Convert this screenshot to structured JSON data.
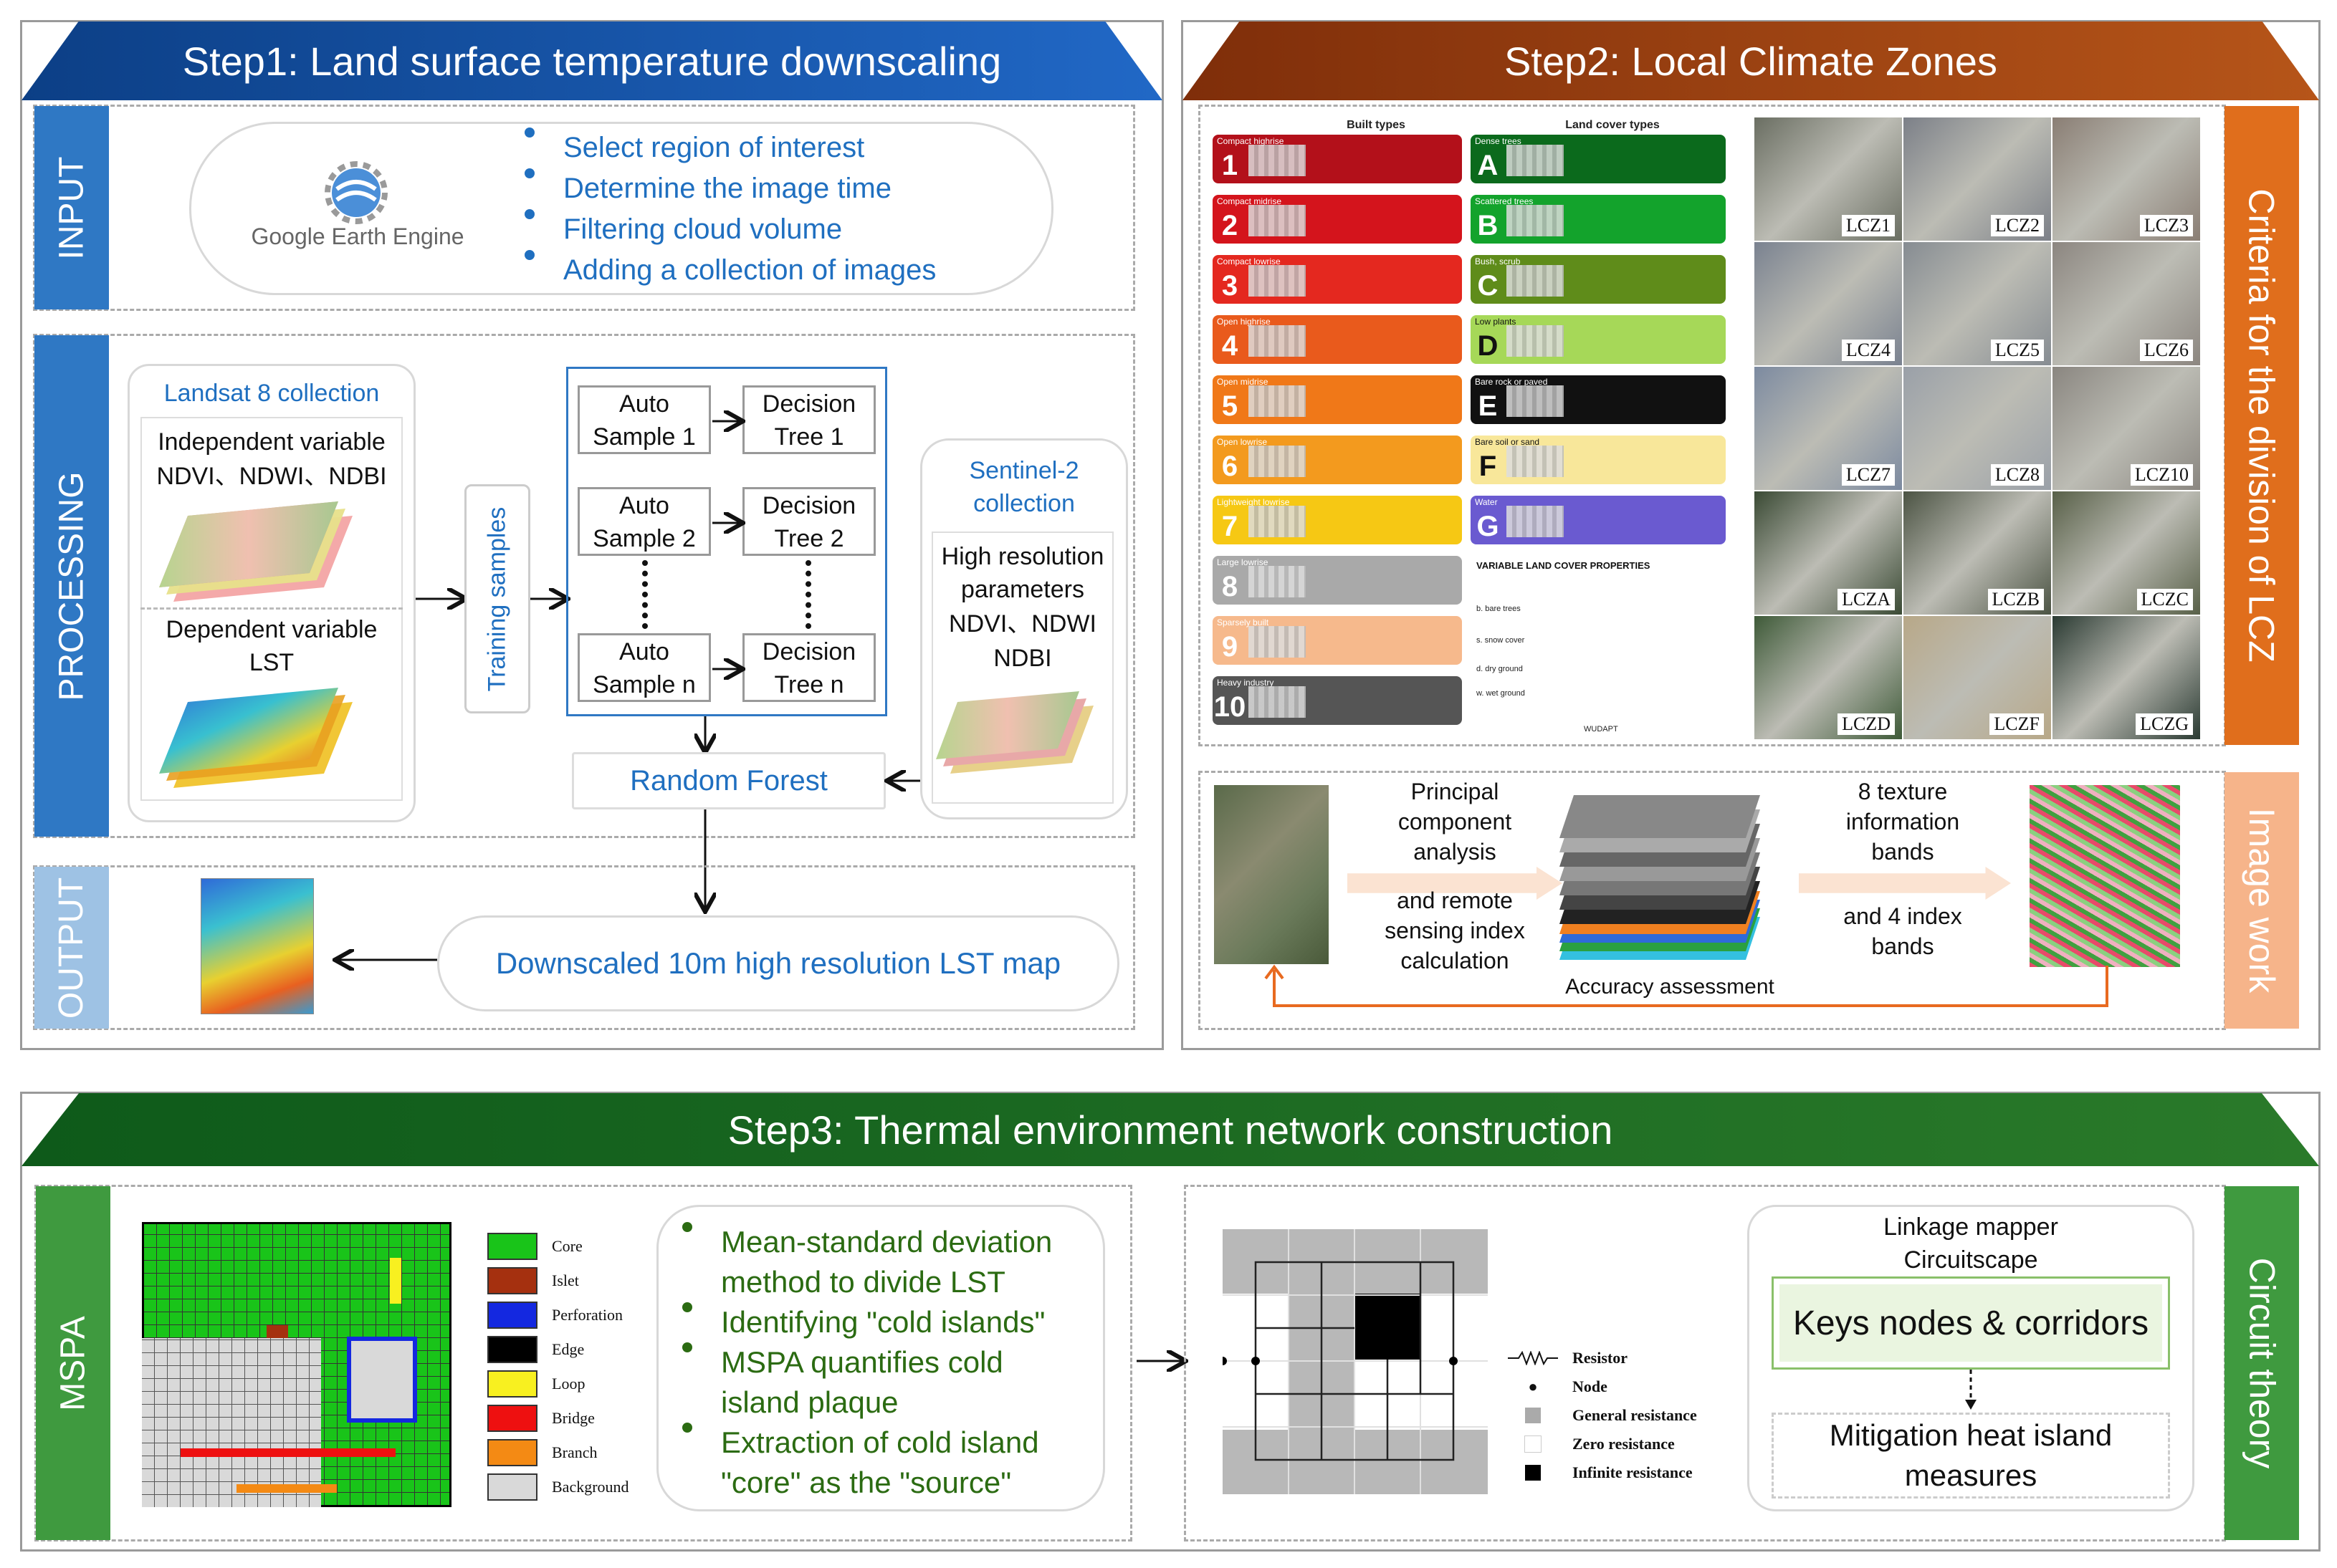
{
  "step1": {
    "title": "Step1: Land surface temperature downscaling",
    "input_label": "INPUT",
    "processing_label": "PROCESSING",
    "output_label": "OUTPUT",
    "gee_logo": "Google Earth Engine",
    "input_items": [
      "Select region of interest",
      "Determine the image time",
      "Filtering cloud volume",
      "Adding a collection of images"
    ],
    "landsat_title": "Landsat 8 collection",
    "indep_line1": "Independent variable",
    "indep_line2": "NDVI、NDWI、NDBI",
    "dep_line1": "Dependent variable",
    "dep_line2": "LST",
    "training_samples": "Training samples",
    "auto_samples": [
      [
        "Auto",
        "Sample 1"
      ],
      [
        "Auto",
        "Sample 2"
      ],
      [
        "Auto",
        "Sample n"
      ]
    ],
    "decision_trees": [
      [
        "Decision",
        "Tree 1"
      ],
      [
        "Decision",
        "Tree 2"
      ],
      [
        "Decision",
        "Tree n"
      ]
    ],
    "random_forest": "Random Forest",
    "sentinel_line1": "Sentinel-2",
    "sentinel_line2": "collection",
    "hr_lines": [
      "High resolution",
      "parameters",
      "NDVI、NDWI",
      "NDBI"
    ],
    "output_text": "Downscaled 10m high resolution LST map"
  },
  "step2": {
    "title": "Step2: Local Climate Zones",
    "criteria_label": "Criteria for the division of LCZ",
    "image_work_label": "Image work",
    "built_types": "Built types",
    "land_cover_types": "Land cover types",
    "built_rows": [
      {
        "num": "1",
        "name": "Compact highrise",
        "color": "#b3101a"
      },
      {
        "num": "2",
        "name": "Compact midrise",
        "color": "#d4141c"
      },
      {
        "num": "3",
        "name": "Compact lowrise",
        "color": "#e4281f"
      },
      {
        "num": "4",
        "name": "Open highrise",
        "color": "#e95a1c"
      },
      {
        "num": "5",
        "name": "Open midrise",
        "color": "#f07818"
      },
      {
        "num": "6",
        "name": "Open lowrise",
        "color": "#f39a1e"
      },
      {
        "num": "7",
        "name": "Lightweight lowrise",
        "color": "#f6c814"
      },
      {
        "num": "8",
        "name": "Large lowrise",
        "color": "#a9a9a9"
      },
      {
        "num": "9",
        "name": "Sparsely built",
        "color": "#f6b98c"
      },
      {
        "num": "10",
        "name": "Heavy industry",
        "color": "#555555"
      }
    ],
    "land_rows": [
      {
        "num": "A",
        "name": "Dense trees",
        "color": "#0b6a1c"
      },
      {
        "num": "B",
        "name": "Scattered trees",
        "color": "#13a32c"
      },
      {
        "num": "C",
        "name": "Bush, scrub",
        "color": "#5f8c1a"
      },
      {
        "num": "D",
        "name": "Low plants",
        "color": "#a6d858"
      },
      {
        "num": "E",
        "name": "Bare rock or paved",
        "color": "#111111"
      },
      {
        "num": "F",
        "name": "Bare soil or sand",
        "color": "#f8e79a"
      },
      {
        "num": "G",
        "name": "Water",
        "color": "#6a5ad0"
      }
    ],
    "variable_props_title": "VARIABLE LAND COVER PROPERTIES",
    "variable_props": [
      "b. bare trees",
      "s. snow cover",
      "d. dry ground",
      "w. wet ground"
    ],
    "wudapt": "WUDAPT",
    "lcz_tiles": [
      "LCZ1",
      "LCZ2",
      "LCZ3",
      "LCZ4",
      "LCZ5",
      "LCZ6",
      "LCZ7",
      "LCZ8",
      "LCZ10",
      "LCZA",
      "LCZB",
      "LCZC",
      "LCZD",
      "LCZF",
      "LCZG"
    ],
    "pca_lines": [
      "Principal",
      "component",
      "analysis"
    ],
    "remote_lines": [
      "and remote",
      "sensing index",
      "calculation"
    ],
    "texture_lines": [
      "8 texture",
      "information",
      "bands"
    ],
    "index_lines": [
      "and 4 index",
      "bands"
    ],
    "accuracy": "Accuracy assessment"
  },
  "step3": {
    "title": "Step3: Thermal environment network construction",
    "mspa_label": "MSPA",
    "circuit_label": "Circuit theory",
    "legend": [
      {
        "label": "Core",
        "color": "#19c419"
      },
      {
        "label": "Islet",
        "color": "#a5300f"
      },
      {
        "label": "Perforation",
        "color": "#1428e0"
      },
      {
        "label": "Edge",
        "color": "#000000"
      },
      {
        "label": "Loop",
        "color": "#f8f020"
      },
      {
        "label": "Bridge",
        "color": "#ee1010"
      },
      {
        "label": "Branch",
        "color": "#f48a14"
      },
      {
        "label": "Background",
        "color": "#d9d9d9"
      }
    ],
    "bullets": [
      [
        "Mean-standard deviation",
        "method to divide LST"
      ],
      [
        "Identifying \"cold islands\""
      ],
      [
        "MSPA quantifies cold",
        "island plaque"
      ],
      [
        "Extraction of cold island",
        "\"core\" as the \"source\""
      ]
    ],
    "circuit_legend": [
      "Resistor",
      "Node",
      "General resistance",
      "Zero resistance",
      "Infinite resistance"
    ],
    "linkage_line1": "Linkage mapper",
    "linkage_line2": "Circuitscape",
    "keys": "Keys nodes & corridors",
    "mitigation_line1": "Mitigation heat island",
    "mitigation_line2": "measures"
  },
  "colors": {
    "step1": "#1f5fb0",
    "step2": "#a84a14",
    "step3": "#2e7a2e",
    "input_tab": "#2f78c4",
    "output_tab": "#9ec2e4",
    "criteria_tab": "#e06e1c",
    "image_tab": "#f6b48a",
    "mspa_tab": "#3f9a3f"
  }
}
